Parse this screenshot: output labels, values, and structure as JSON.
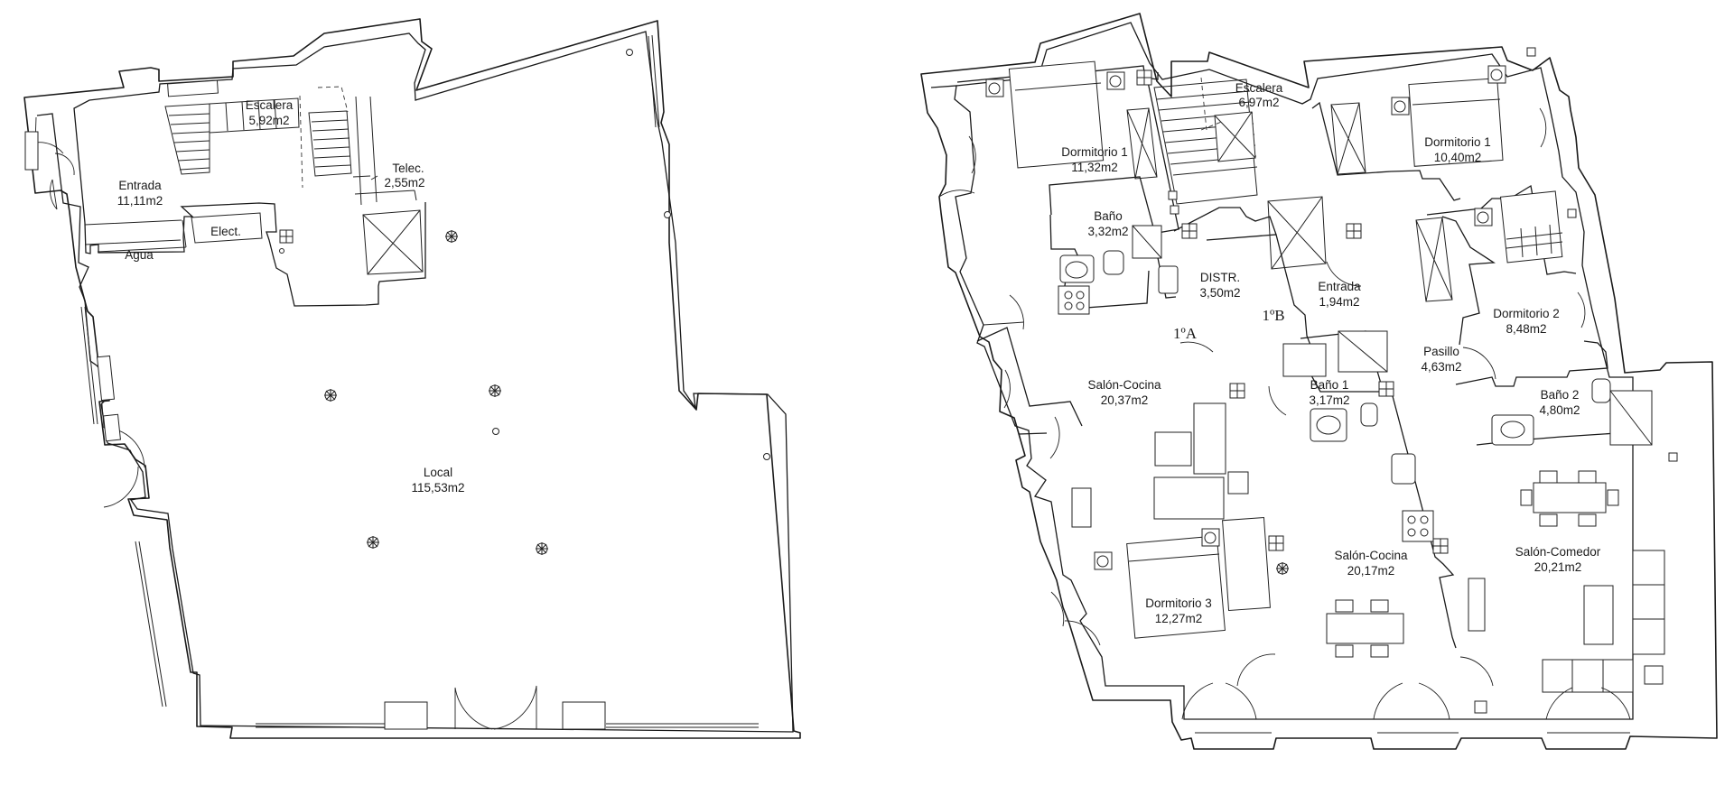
{
  "plans": {
    "ground": {
      "rooms": [
        {
          "name": "Escalera",
          "area": "5,92m2"
        },
        {
          "name": "Entrada",
          "area": "11,11m2"
        },
        {
          "name": "Telec.",
          "area": "2,55m2"
        },
        {
          "name": "Local",
          "area": "115,53m2"
        }
      ],
      "labels": {
        "elect": "Elect.",
        "agua": "Agua"
      }
    },
    "first": {
      "units": {
        "a": "1ºA",
        "b": "1ºB"
      },
      "rooms": [
        {
          "name": "Dormitorio 1",
          "area": "11,32m2"
        },
        {
          "name": "Escalera",
          "area": "6,97m2"
        },
        {
          "name": "Dormitorio 1",
          "area": "10,40m2"
        },
        {
          "name": "Baño",
          "area": "3,32m2"
        },
        {
          "name": "DISTR.",
          "area": "3,50m2"
        },
        {
          "name": "Entrada",
          "area": "1,94m2"
        },
        {
          "name": "Dormitorio 2",
          "area": "8,48m2"
        },
        {
          "name": "Salón-Cocina",
          "area": "20,37m2"
        },
        {
          "name": "Pasillo",
          "area": "4,63m2"
        },
        {
          "name": "Baño 1",
          "area": "3,17m2"
        },
        {
          "name": "Baño 2",
          "area": "4,80m2"
        },
        {
          "name": "Salón-Cocina",
          "area": "20,17m2"
        },
        {
          "name": "Salón-Comedor",
          "area": "20,21m2"
        },
        {
          "name": "Dormitorio 3",
          "area": "12,27m2"
        }
      ]
    }
  },
  "colors": {
    "line": "#1a1a1a",
    "background": "#ffffff"
  }
}
